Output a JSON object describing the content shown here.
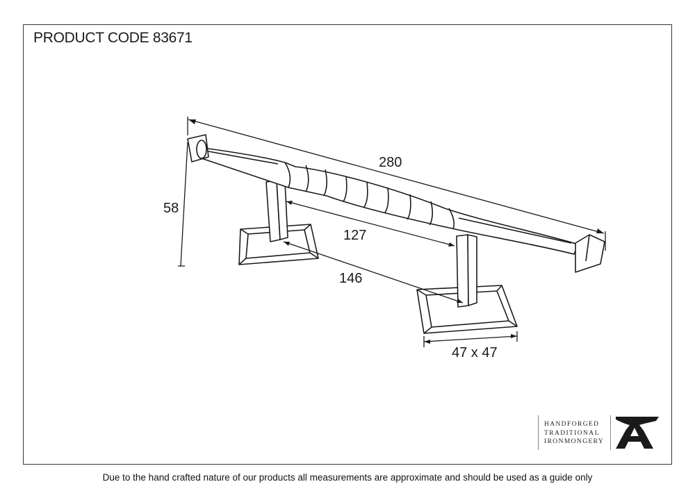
{
  "title": "PRODUCT CODE 83671",
  "dimensions": {
    "length": "280",
    "height": "58",
    "centres_inner": "127",
    "centres_outer": "146",
    "base": "47 x 47"
  },
  "logo": {
    "line1": "HANDFORGED",
    "line2": "TRADITIONAL",
    "line3": "IRONMONGERY",
    "icon": "anvil-a-icon"
  },
  "footer": "Due to the hand crafted nature of our products all measurements are approximate and should be used as a guide only"
}
